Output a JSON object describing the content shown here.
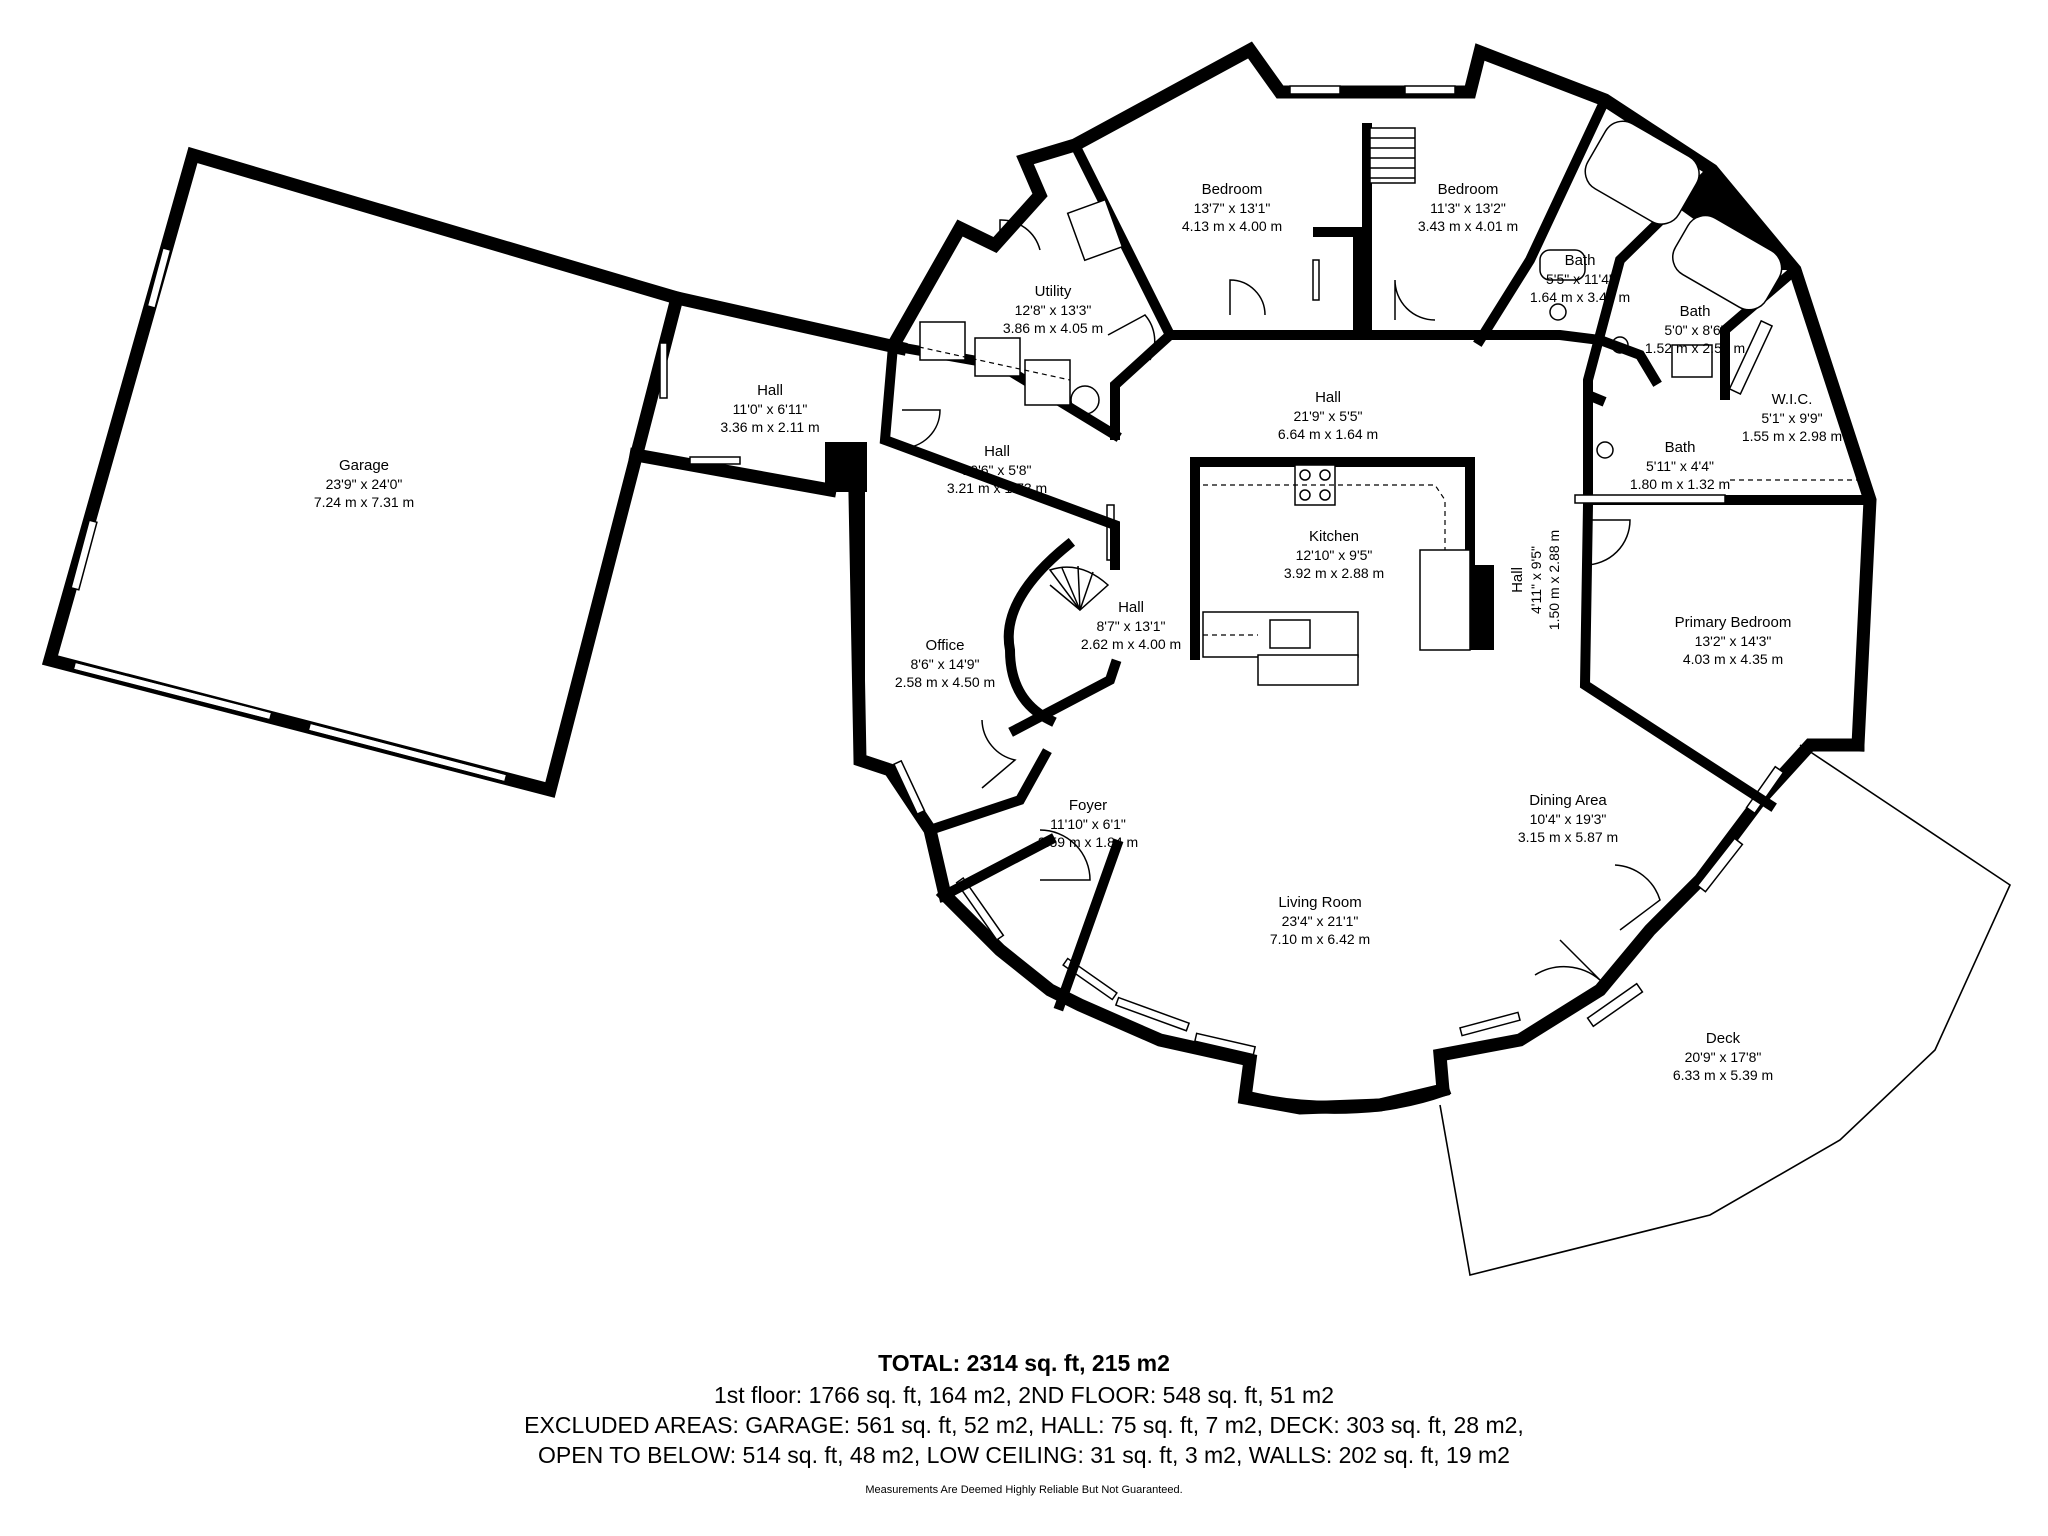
{
  "rooms": [
    {
      "name": "Garage",
      "dim_imperial": "23'9\" x 24'0\"",
      "dim_metric": "7.24 m x 7.31 m"
    },
    {
      "name": "Hall",
      "dim_imperial": "11'0\" x 6'11\"",
      "dim_metric": "3.36 m x 2.11 m"
    },
    {
      "name": "Utility",
      "dim_imperial": "12'8\" x 13'3\"",
      "dim_metric": "3.86 m x 4.05 m"
    },
    {
      "name": "Bedroom",
      "dim_imperial": "13'7\" x 13'1\"",
      "dim_metric": "4.13 m x 4.00 m"
    },
    {
      "name": "Bedroom",
      "dim_imperial": "11'3\" x 13'2\"",
      "dim_metric": "3.43 m x 4.01 m"
    },
    {
      "name": "Bath",
      "dim_imperial": "5'5\" x 11'4\"",
      "dim_metric": "1.64 m x 3.46 m"
    },
    {
      "name": "Bath",
      "dim_imperial": "5'0\" x 8'6\"",
      "dim_metric": "1.52 m x 2.59 m"
    },
    {
      "name": "W.I.C.",
      "dim_imperial": "5'1\" x 9'9\"",
      "dim_metric": "1.55 m x 2.98 m"
    },
    {
      "name": "Bath",
      "dim_imperial": "5'11\" x 4'4\"",
      "dim_metric": "1.80 m x 1.32 m"
    },
    {
      "name": "Hall",
      "dim_imperial": "21'9\" x 5'5\"",
      "dim_metric": "6.64 m x 1.64 m"
    },
    {
      "name": "Hall",
      "dim_imperial": "10'6\" x 5'8\"",
      "dim_metric": "3.21 m x 1.73 m"
    },
    {
      "name": "Kitchen",
      "dim_imperial": "12'10\" x 9'5\"",
      "dim_metric": "3.92 m x 2.88 m"
    },
    {
      "name": "Hall",
      "dim_imperial": "4'11\" x 9'5\"",
      "dim_metric": "1.50 m x 2.88 m"
    },
    {
      "name": "Hall",
      "dim_imperial": "8'7\" x 13'1\"",
      "dim_metric": "2.62 m x 4.00 m"
    },
    {
      "name": "Office",
      "dim_imperial": "8'6\" x 14'9\"",
      "dim_metric": "2.58 m x 4.50 m"
    },
    {
      "name": "Primary Bedroom",
      "dim_imperial": "13'2\" x 14'3\"",
      "dim_metric": "4.03 m x 4.35 m"
    },
    {
      "name": "Foyer",
      "dim_imperial": "11'10\" x 6'1\"",
      "dim_metric": "3.59 m x 1.84 m"
    },
    {
      "name": "Dining Area",
      "dim_imperial": "10'4\" x 19'3\"",
      "dim_metric": "3.15 m x 5.87 m"
    },
    {
      "name": "Living Room",
      "dim_imperial": "23'4\" x 21'1\"",
      "dim_metric": "7.10 m x 6.42 m"
    },
    {
      "name": "Deck",
      "dim_imperial": "20'9\" x 17'8\"",
      "dim_metric": "6.33 m x 5.39 m"
    }
  ],
  "summary": {
    "total": "TOTAL: 2314 sq. ft, 215 m2",
    "floors": "1st floor: 1766 sq. ft, 164 m2, 2ND FLOOR: 548 sq. ft, 51 m2",
    "excluded": "EXCLUDED AREAS: GARAGE: 561 sq. ft, 52 m2, HALL: 75 sq. ft, 7 m2, DECK: 303 sq. ft, 28 m2,",
    "open_below": "OPEN TO BELOW: 514 sq. ft, 48 m2, LOW CEILING: 31 sq. ft, 3 m2, WALLS: 202 sq. ft, 19 m2",
    "disclaimer": "Measurements Are Deemed Highly Reliable But Not Guaranteed."
  }
}
